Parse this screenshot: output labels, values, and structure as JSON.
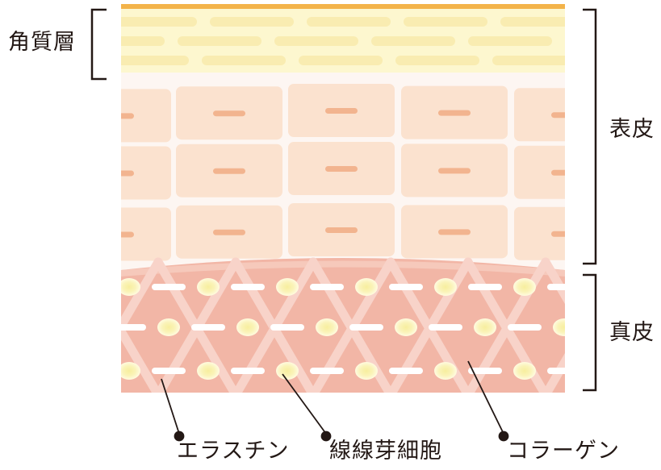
{
  "labels": {
    "stratum_corneum": "角質層",
    "epidermis": "表皮",
    "dermis": "真皮",
    "elastin": "エラスチン",
    "fibroblast": "線線芽細胞",
    "collagen": "コラーゲン"
  },
  "colors": {
    "corneum_top_line": "#f3b34a",
    "corneum_bg": "#fdf7cf",
    "corneum_cell": "#f9ecb1",
    "epidermis_bg": "#fdf6f2",
    "epidermis_cell": "#fbe2cf",
    "nucleus": "#f2b48f",
    "dermis_bg": "#f2b6a6",
    "collagen_fiber": "#f8d3c9",
    "fibroblast_outer": "#fffbe0",
    "fibroblast_inner": "#f7ee9e",
    "elastin_fiber": "#ffffff",
    "text": "#231815"
  }
}
